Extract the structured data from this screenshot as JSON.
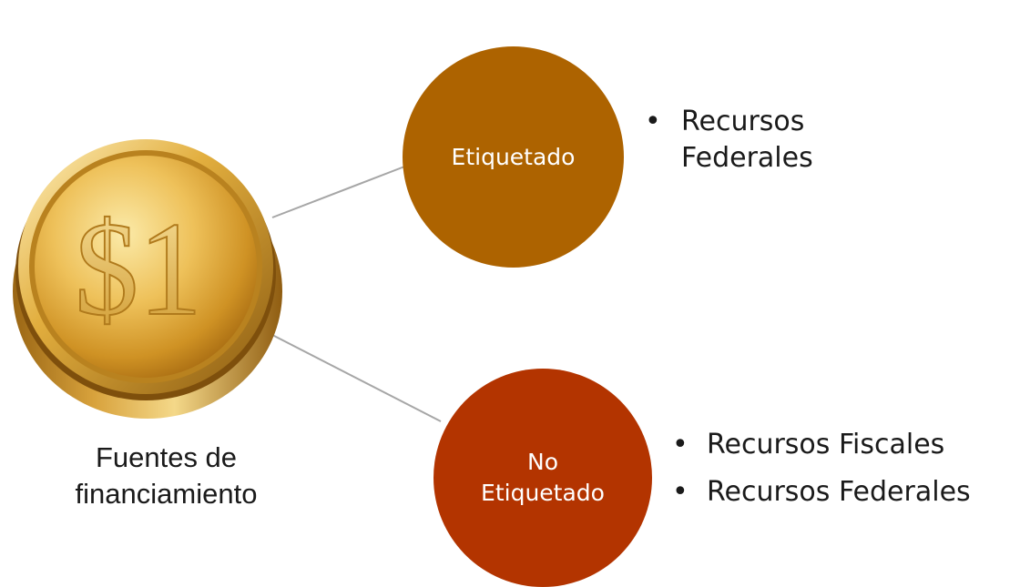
{
  "coin": {
    "symbol": "$1",
    "caption": "Fuentes de financiamiento",
    "colors": {
      "light": "#f4dc8e",
      "mid": "#d9a530",
      "dark": "#8a5a10",
      "edge": "#b07a1c"
    }
  },
  "nodes": [
    {
      "label_lines": [
        "Etiquetado"
      ],
      "color": "#ad6300",
      "bullets": [
        "Recursos Federales"
      ]
    },
    {
      "label_lines": [
        "No",
        "Etiquetado"
      ],
      "color": "#b33400",
      "bullets": [
        "Recursos Fiscales",
        "Recursos Federales"
      ]
    }
  ],
  "connector_color": "#a6a6a6",
  "bullet_glyph": "•"
}
